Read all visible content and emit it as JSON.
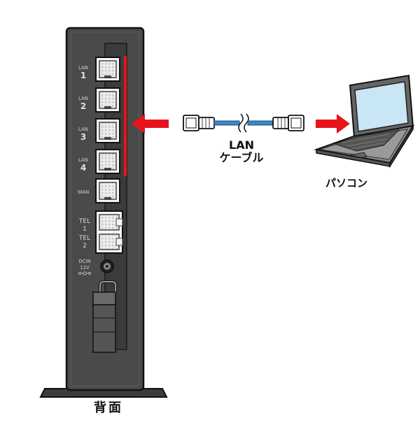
{
  "router": {
    "ports": [
      {
        "name": "LAN",
        "num": "1"
      },
      {
        "name": "LAN",
        "num": "2"
      },
      {
        "name": "LAN",
        "num": "3"
      },
      {
        "name": "LAN",
        "num": "4"
      }
    ],
    "wan_label": "WAN",
    "tel": [
      {
        "name": "TEL",
        "num": "1"
      },
      {
        "name": "TEL",
        "num": "2"
      }
    ],
    "dcin_label": "DCIN",
    "dcin_voltage": "12V"
  },
  "cable": {
    "line1": "LAN",
    "line2": "ケーブル"
  },
  "pc_label": "パソコン",
  "back_label": "背面",
  "colors": {
    "router_body": "#4a4a4a",
    "router_dark": "#3a3a3a",
    "highlight": "#e8141b",
    "cable_blue": "#3d86c6",
    "pc_screen": "#c9e6f4"
  }
}
